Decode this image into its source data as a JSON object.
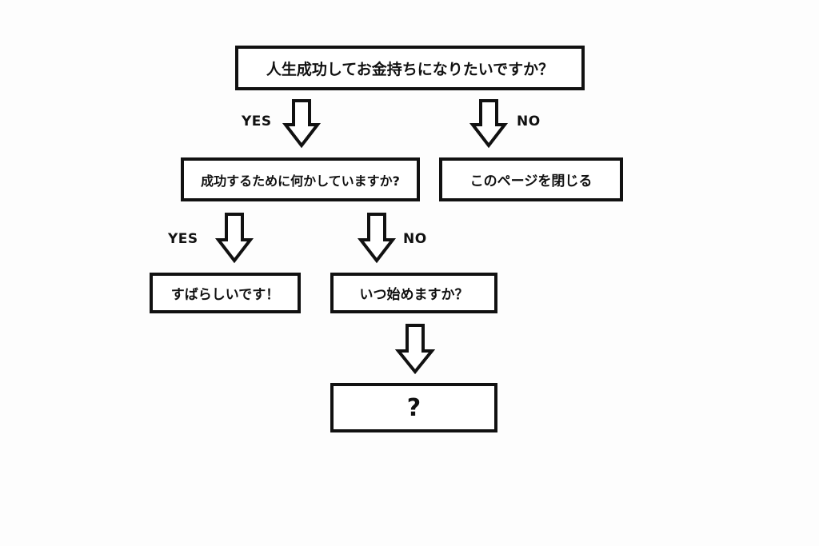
{
  "diagram": {
    "nodes": {
      "q1": "人生成功してお金持ちになりたいですか？",
      "q2": "成功するために何かしていますか?",
      "no_exit": "このページを閉じる",
      "great": "すばらしいです！",
      "when": "いつ始めますか？",
      "unknown": "?"
    },
    "edges": {
      "q1_yes": "YES",
      "q1_no": "NO",
      "q2_yes": "YES",
      "q2_no": "NO"
    }
  }
}
